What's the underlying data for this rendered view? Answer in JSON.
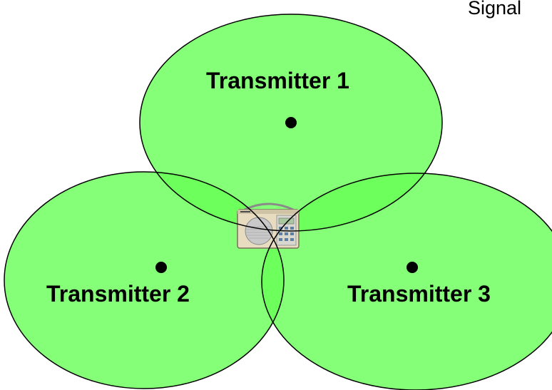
{
  "corner_text": "Signal",
  "colors": {
    "coverage_fill": "#66ff55",
    "coverage_opacity": 0.8,
    "outline": "#000000",
    "background": "#ffffff"
  },
  "transmitters": [
    {
      "label": "Transmitter 1"
    },
    {
      "label": "Transmitter 2"
    },
    {
      "label": "Transmitter 3"
    }
  ],
  "receiver": {
    "icon": "radio-receiver-icon"
  }
}
